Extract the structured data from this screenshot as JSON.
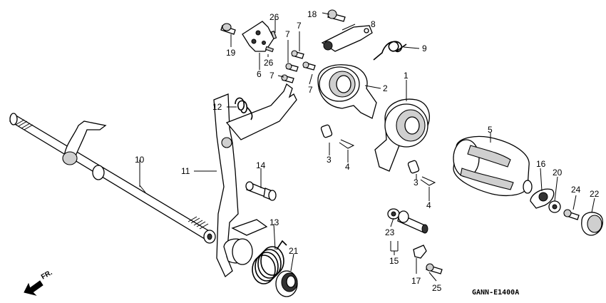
{
  "diagram": {
    "code": "GANN-E1400A",
    "direction_label": "FR.",
    "callouts": [
      {
        "id": "c1",
        "text": "1"
      },
      {
        "id": "c2",
        "text": "2"
      },
      {
        "id": "c3a",
        "text": "3"
      },
      {
        "id": "c3b",
        "text": "3"
      },
      {
        "id": "c4a",
        "text": "4"
      },
      {
        "id": "c4b",
        "text": "4"
      },
      {
        "id": "c5",
        "text": "5"
      },
      {
        "id": "c6",
        "text": "6"
      },
      {
        "id": "c7a",
        "text": "7"
      },
      {
        "id": "c7b",
        "text": "7"
      },
      {
        "id": "c7c",
        "text": "7"
      },
      {
        "id": "c7d",
        "text": "7"
      },
      {
        "id": "c8",
        "text": "8"
      },
      {
        "id": "c9",
        "text": "9"
      },
      {
        "id": "c10",
        "text": "10"
      },
      {
        "id": "c11",
        "text": "11"
      },
      {
        "id": "c12",
        "text": "12"
      },
      {
        "id": "c13",
        "text": "13"
      },
      {
        "id": "c14",
        "text": "14"
      },
      {
        "id": "c15",
        "text": "15"
      },
      {
        "id": "c16",
        "text": "16"
      },
      {
        "id": "c17",
        "text": "17"
      },
      {
        "id": "c18",
        "text": "18"
      },
      {
        "id": "c19",
        "text": "19"
      },
      {
        "id": "c20",
        "text": "20"
      },
      {
        "id": "c21",
        "text": "21"
      },
      {
        "id": "c22",
        "text": "22"
      },
      {
        "id": "c23",
        "text": "23"
      },
      {
        "id": "c24",
        "text": "24"
      },
      {
        "id": "c25",
        "text": "25"
      },
      {
        "id": "c26a",
        "text": "26"
      },
      {
        "id": "c26b",
        "text": "26"
      }
    ]
  }
}
